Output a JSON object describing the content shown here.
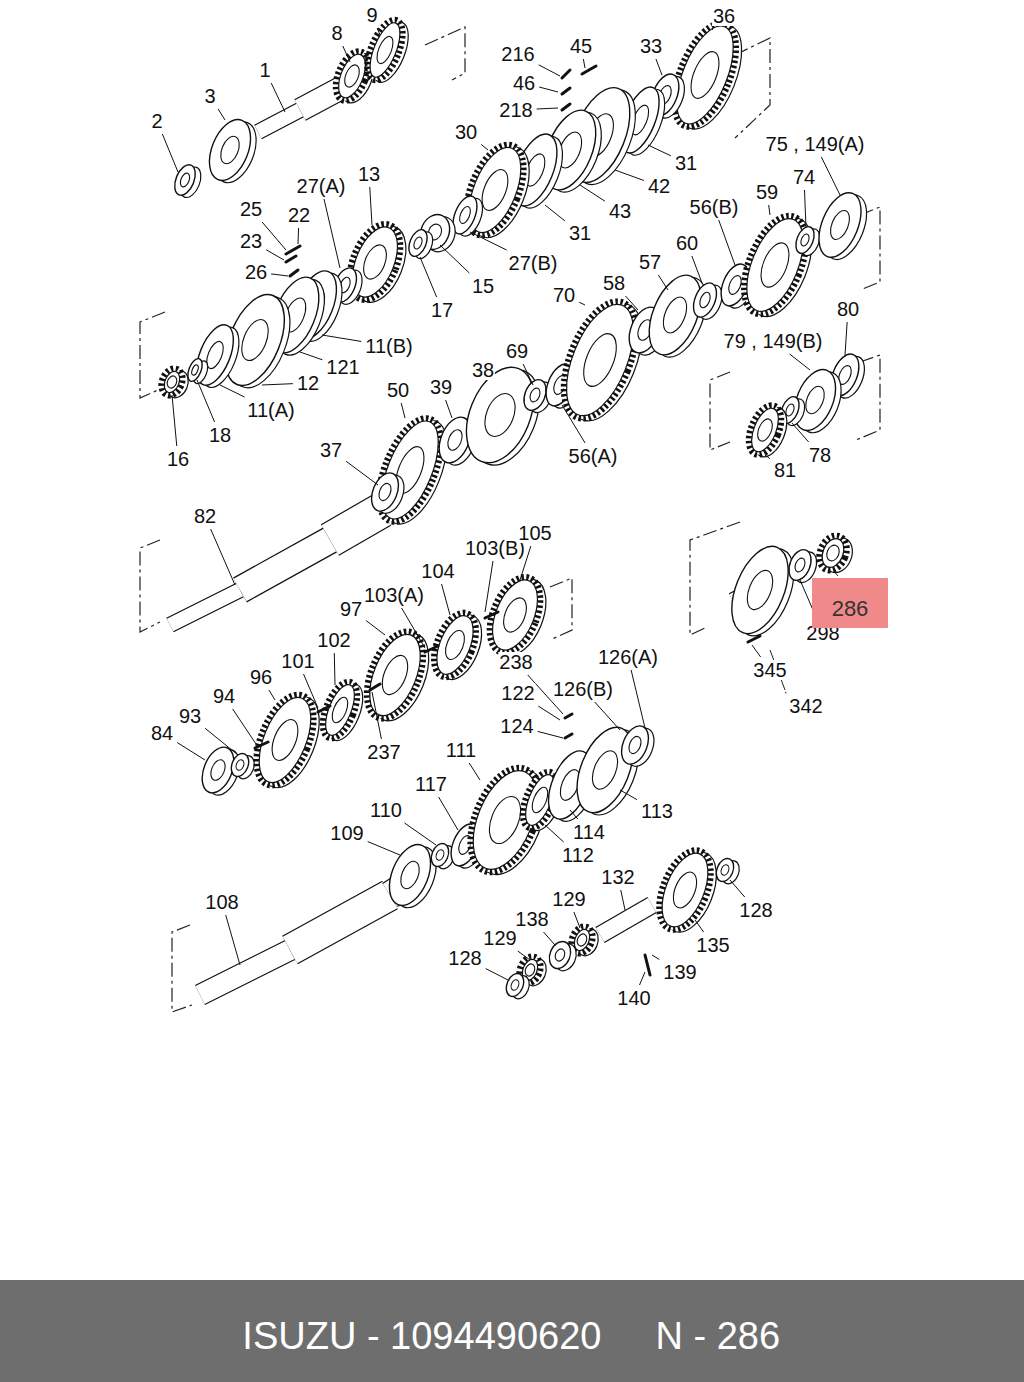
{
  "diagram": {
    "nodes": [
      {
        "text": [
          "286"
        ]
      },
      {
        "text": [
          "ISUZU - 1094490620",
          "N - 286"
        ]
      }
    ],
    "labels": [
      "9",
      "8",
      "1",
      "3",
      "2",
      "216",
      "45",
      "33",
      "36",
      "46",
      "218",
      "30",
      "31",
      "42",
      "43",
      "31",
      "75 , 149(A)",
      "74",
      "56(B)",
      "59",
      "27(A)",
      "13",
      "25",
      "22",
      "23",
      "26",
      "60",
      "57",
      "58",
      "70",
      "80",
      "79 , 149(B)",
      "17",
      "15",
      "27(B)",
      "11(B)",
      "121",
      "12",
      "11(A)",
      "18",
      "16",
      "69",
      "38",
      "39",
      "50",
      "56(A)",
      "81",
      "78",
      "37",
      "82",
      "103(B)",
      "105",
      "104",
      "103(A)",
      "97",
      "102",
      "101",
      "96",
      "94",
      "93",
      "84",
      "237",
      "238",
      "126(A)",
      "126(B)",
      "122",
      "124",
      "298",
      "345",
      "342",
      "111",
      "117",
      "110",
      "109",
      "113",
      "114",
      "112",
      "108",
      "132",
      "129",
      "138",
      "129",
      "128",
      "135",
      "139",
      "140",
      "128"
    ]
  }
}
